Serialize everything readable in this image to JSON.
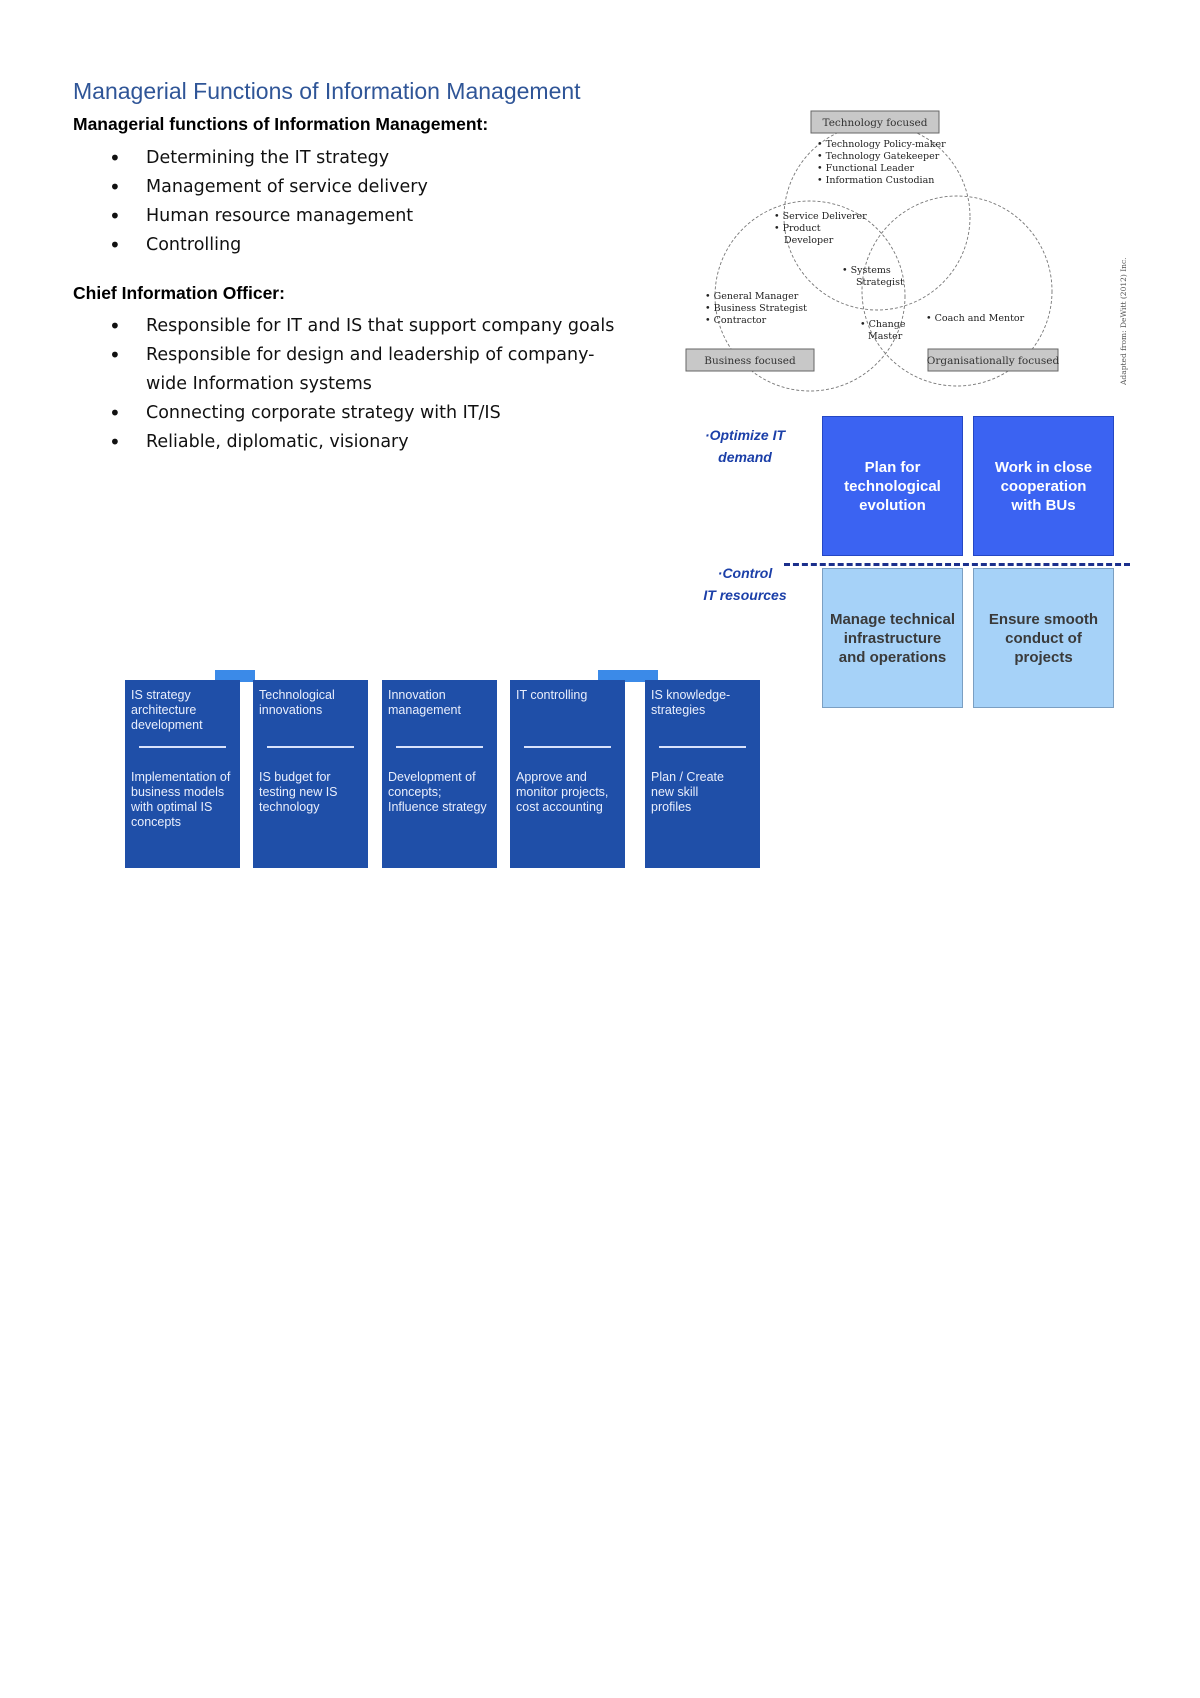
{
  "page": {
    "title": "Managerial Functions of Information Management",
    "section1": {
      "heading": "Managerial functions of Information Management:",
      "items": [
        "Determining the IT strategy",
        "Management of service delivery",
        "Human resource management",
        "Controlling"
      ]
    },
    "section2": {
      "heading": "Chief Information Officer:",
      "items": [
        "Responsible for IT and IS that support company goals",
        "Responsible for design and leadership of company-wide Information systems",
        "Connecting corporate strategy with IT/IS",
        "Reliable, diplomatic, visionary"
      ]
    }
  },
  "venn": {
    "top_label": "Technology focused",
    "left_label": "Business focused",
    "right_label": "Organisationally focused",
    "top_items": [
      "• Technology Policy-maker",
      "• Technology Gatekeeper",
      "• Functional Leader",
      "• Information Custodian"
    ],
    "top_left_items": [
      "• Service Deliverer",
      "• Product",
      "  Developer"
    ],
    "center_items": [
      "• Systems",
      "Strategist"
    ],
    "left_items": [
      "• General Manager",
      "• Business Strategist",
      "• Contractor"
    ],
    "bottom_items": [
      "• Change",
      "Master"
    ],
    "right_items": [
      "• Coach and Mentor"
    ],
    "side_note": "Adapted from: DeWitt (2012) Inc."
  },
  "grid": {
    "row1_label": [
      "·Optimize IT",
      "demand"
    ],
    "row2_label": [
      "·Control",
      "IT resources"
    ],
    "cells": [
      [
        "Plan for",
        "technological",
        "evolution"
      ],
      [
        "Work in close",
        "cooperation",
        "with BUs"
      ],
      [
        "Manage technical",
        "infrastructure",
        "and operations"
      ],
      [
        "Ensure smooth",
        "conduct of",
        "projects"
      ]
    ],
    "colors": {
      "dark": "#3b63f2",
      "light": "#a6d2f8",
      "dash": "#1b2f8c"
    }
  },
  "columns": [
    {
      "top": [
        "IS strategy",
        "architecture",
        "development"
      ],
      "bottom": [
        "Implementation of",
        "business models",
        "with optimal IS",
        "concepts"
      ]
    },
    {
      "top": [
        "Technological",
        "innovations"
      ],
      "bottom": [
        "IS budget for",
        "testing new IS",
        "technology"
      ]
    },
    {
      "top": [
        "Innovation",
        "management"
      ],
      "bottom": [
        "Development of",
        "concepts;",
        "Influence strategy"
      ]
    },
    {
      "top": [
        "IT controlling"
      ],
      "bottom": [
        "Approve and",
        "monitor projects,",
        "cost accounting"
      ]
    },
    {
      "top": [
        "IS knowledge-",
        "strategies"
      ],
      "bottom": [
        "Plan / Create",
        "new skill",
        "profiles"
      ]
    }
  ]
}
